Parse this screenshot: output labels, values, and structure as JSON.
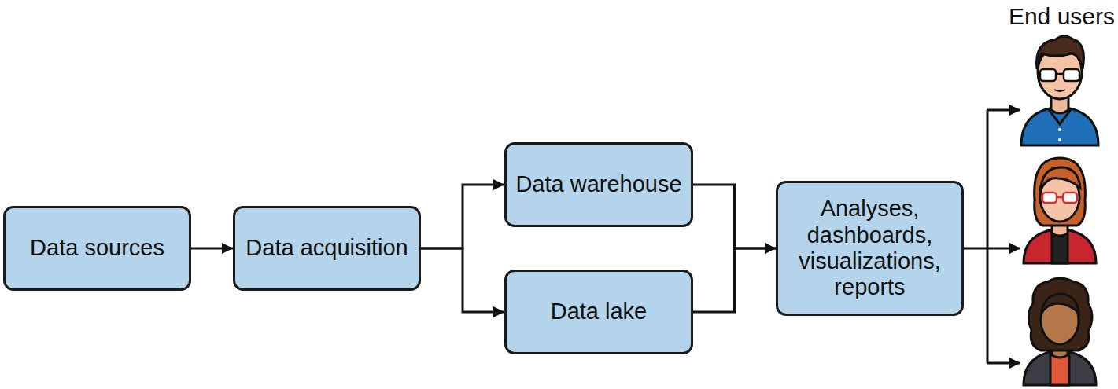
{
  "diagram": {
    "nodes": [
      {
        "text": [
          "Data sources"
        ]
      },
      {
        "text": [
          "Data acquisition"
        ]
      },
      {
        "text": [
          "Data warehouse"
        ]
      },
      {
        "text": [
          "Data lake"
        ]
      },
      {
        "text": [
          "Analyses, dashboards, visualizations, reports"
        ]
      }
    ],
    "edges": [
      {
        "from": 0,
        "to": 1,
        "arrow": "to"
      },
      {
        "from": 1,
        "to": 2,
        "arrow": "to"
      },
      {
        "from": 1,
        "to": 3,
        "arrow": "to"
      },
      {
        "from": 2,
        "to": 4,
        "arrow": "to"
      },
      {
        "from": 3,
        "to": 4,
        "arrow": "to"
      }
    ],
    "labels": [
      "End users"
    ]
  }
}
